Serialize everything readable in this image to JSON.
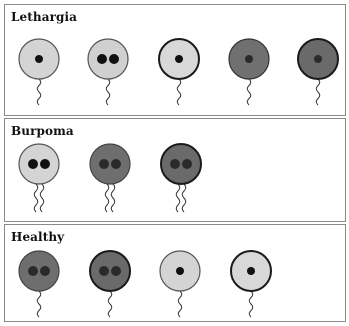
{
  "panels": [
    {
      "title": "Lethargia",
      "cells": [
        {
          "fill": "#d4d4d4",
          "rim": "#555555",
          "nuclei": 1,
          "tails": 1
        },
        {
          "fill": "#d0d0d0",
          "rim": "#555555",
          "nuclei": 2,
          "tails": 1
        },
        {
          "fill": "#d8d8d8",
          "rim": "#1a1a1a",
          "nuclei": 1,
          "tails": 1
        },
        {
          "fill": "#707070",
          "rim": "#333333",
          "nuclei": 1,
          "tails": 1
        },
        {
          "fill": "#6a6a6a",
          "rim": "#1a1a1a",
          "nuclei": 1,
          "tails": 1
        }
      ]
    },
    {
      "title": "Burpoma",
      "cells": [
        {
          "fill": "#d4d4d4",
          "rim": "#555555",
          "nuclei": 2,
          "tails": 2
        },
        {
          "fill": "#6e6e6e",
          "rim": "#444444",
          "nuclei": 2,
          "tails": 2
        },
        {
          "fill": "#6a6a6a",
          "rim": "#1a1a1a",
          "nuclei": 2,
          "tails": 2
        }
      ]
    },
    {
      "title": "Healthy",
      "cells": [
        {
          "fill": "#6e6e6e",
          "rim": "#444444",
          "nuclei": 2,
          "tails": 1
        },
        {
          "fill": "#6a6a6a",
          "rim": "#1a1a1a",
          "nuclei": 2,
          "tails": 1
        },
        {
          "fill": "#d4d4d4",
          "rim": "#555555",
          "nuclei": 1,
          "tails": 1
        },
        {
          "fill": "#d8d8d8",
          "rim": "#1a1a1a",
          "nuclei": 1,
          "tails": 1
        }
      ]
    }
  ]
}
